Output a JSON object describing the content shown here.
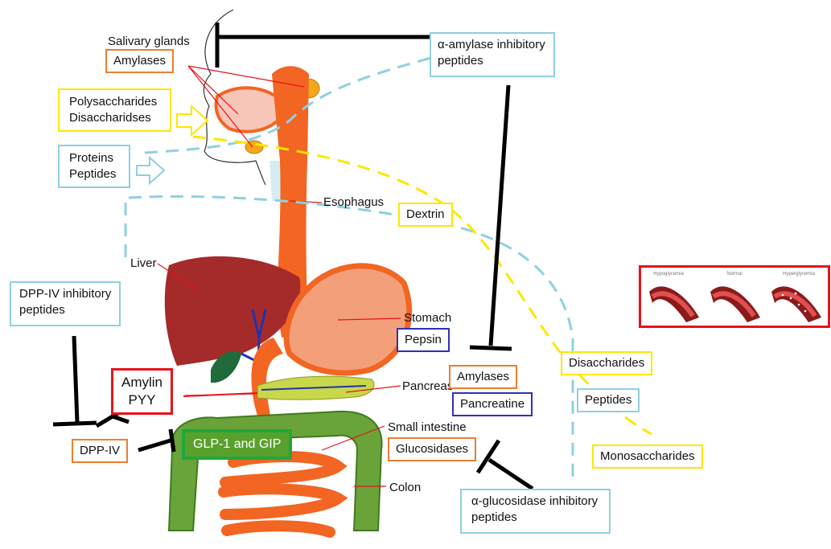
{
  "colors": {
    "orange_box": "#ed7d31",
    "yellow_box": "#ffe600",
    "light_blue_box": "#8fd0e0",
    "navy_box": "#3030b8",
    "red_box": "#e8121a",
    "green_box": "#1fa83c",
    "esophagus": "#f26522",
    "liver": "#a52a2a",
    "intestine": "#6aa33a",
    "inhibitor_line": "#000000"
  },
  "organ_labels": {
    "salivary_glands": "Salivary glands",
    "esophagus": "Esophagus",
    "liver": "Liver",
    "stomach": "Stomach",
    "pancreas": "Pancreas",
    "small_intestine": "Small intestine",
    "colon": "Colon"
  },
  "enzymes": {
    "amylases_salivary": "Amylases",
    "pepsin": "Pepsin",
    "amylases_pancreatic": "Amylases",
    "pancreatine": "Pancreatine",
    "glucosidases": "Glucosidases",
    "dpp_iv": "DPP-IV"
  },
  "nutrients": {
    "polysaccharides": "Polysaccharides",
    "disaccharidses": "Disaccharidses",
    "proteins": "Proteins",
    "peptides_in": "Peptides",
    "dextrin": "Dextrin",
    "disaccharides": "Disaccharides",
    "peptides_out": "Peptides",
    "monosaccharides": "Monosaccharides"
  },
  "inhibitory_peptides": {
    "alpha_amylase_line1": "α-amylase inhibitory",
    "alpha_amylase_line2": "peptides",
    "dpp_iv_line1": "DPP-IV inhibitory",
    "dpp_iv_line2": "peptides",
    "alpha_glucosidase_line1": "α-glucosidase inhibitory",
    "alpha_glucosidase_line2": "peptides"
  },
  "hormones": {
    "amylin": "Amylin",
    "pyy": "PYY",
    "glp_gip": "GLP-1 and GIP"
  },
  "blood_vessel_panel": {
    "labels": [
      "Hypoglycemia",
      "Normal",
      "Hyperglycemia"
    ]
  }
}
